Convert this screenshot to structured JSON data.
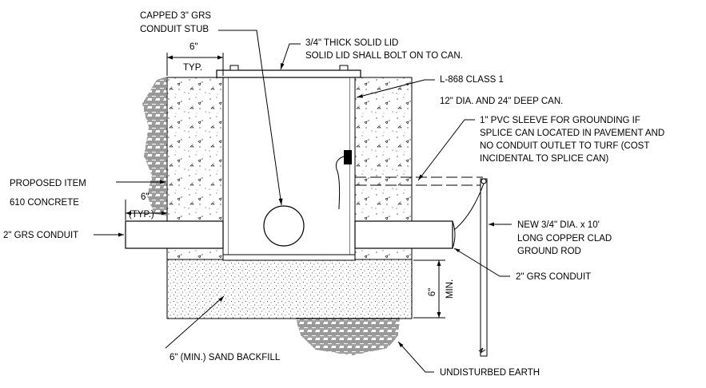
{
  "labels": {
    "conduit_stub": [
      "CAPPED 3\" GRS",
      "CONDUIT STUB"
    ],
    "dim_top": "6\"",
    "dim_top_typ": "TYP.",
    "lid": [
      "3/4\" THICK SOLID LID",
      "SOLID LID SHALL BOLT ON TO CAN."
    ],
    "can": [
      "L-868 CLASS 1",
      "12\" DIA. AND 24\" DEEP CAN."
    ],
    "sleeve": [
      "1\" PVC SLEEVE FOR GROUNDING IF",
      "SPLICE CAN LOCATED IN PAVEMENT AND",
      "NO CONDUIT OUTLET TO TURF (COST",
      "INCIDENTAL TO SPLICE CAN)"
    ],
    "concrete": [
      "PROPOSED ITEM",
      "610 CONCRETE"
    ],
    "dim_left": "6\"",
    "dim_left_typ": "(TYP.)",
    "conduit_left": "2\" GRS CONDUIT",
    "ground_rod": [
      "NEW 3/4\" DIA. x 10'",
      "LONG COPPER CLAD",
      "GROUND ROD"
    ],
    "conduit_right": "2\" GRS CONDUIT",
    "dim_right": "6\"",
    "dim_right_min": "MIN.",
    "sand": "6\" (MIN.) SAND BACKFILL",
    "earth": "UNDISTURBED EARTH"
  }
}
